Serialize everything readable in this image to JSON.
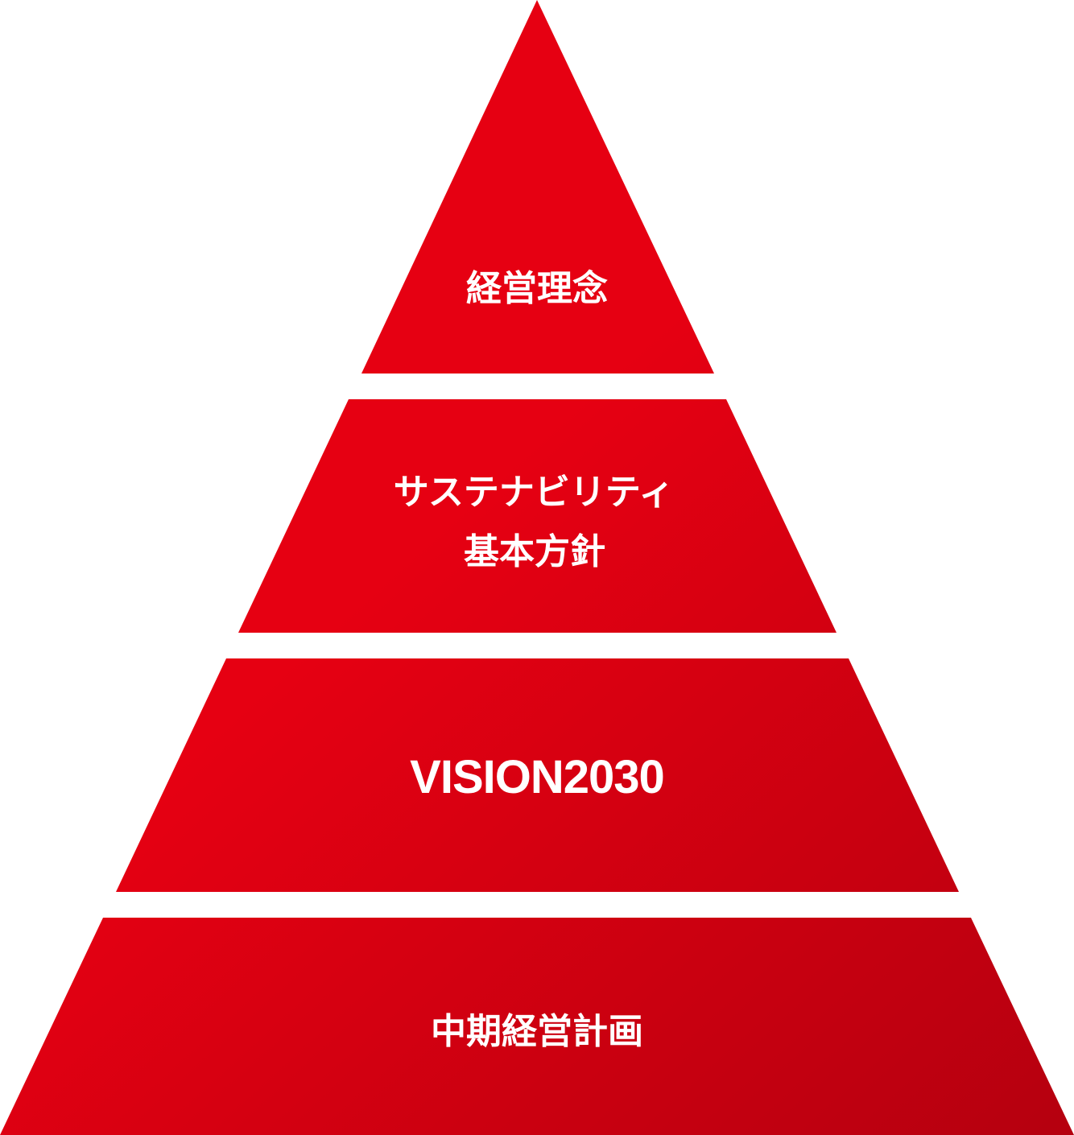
{
  "colors": {
    "tier_fill_light": "#e60012",
    "tier_fill_dark": "#b5000f",
    "label_text": "#ffffff",
    "background": "#ffffff"
  },
  "tiers": [
    {
      "id": "management-philosophy",
      "lines": [
        "経営理念"
      ]
    },
    {
      "id": "sustainability-policy",
      "lines": [
        "サステナビリティ",
        "基本方針"
      ]
    },
    {
      "id": "vision-2030",
      "lines": [
        "VISION2030"
      ]
    },
    {
      "id": "mid-term-plan",
      "lines": [
        "中期経営計画"
      ]
    }
  ]
}
